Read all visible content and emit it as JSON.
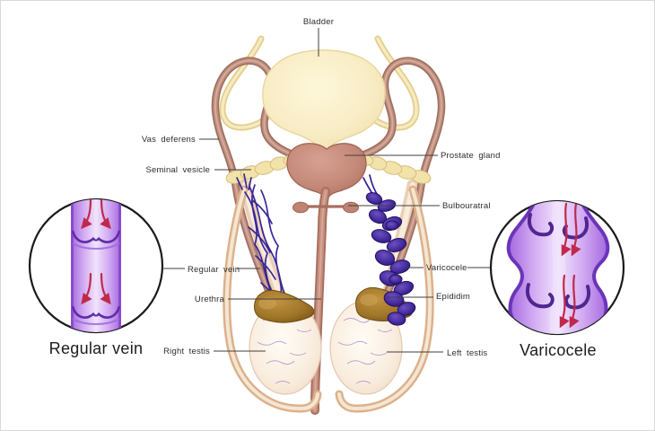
{
  "diagram": {
    "labels": {
      "bladder": "Bladder",
      "vas_deferens": "Vas deferens",
      "seminal_vesicle": "Seminal vesicle",
      "prostate_gland": "Prostate gland",
      "bulbouratral": "Bulbouratral",
      "regular_vein": "Regular vein",
      "urethra": "Urethra",
      "varicocele": "Varicocele",
      "epididim": "Epididim",
      "right_testis": "Right testis",
      "left_testis": "Left testis"
    },
    "insets": {
      "left_caption": "Regular vein",
      "right_caption": "Varicocele"
    },
    "colors": {
      "bladder_fill": "#f7ecc4",
      "duct_rosy": "#bf8f7f",
      "prostate": "#c08574",
      "seminal_vesicle": "#f1e3a9",
      "ureter": "#f0e0a4",
      "vein_dark_indigo": "#2f1d96",
      "varicocele_blob": "#3a2391",
      "vein_tube_light": "#d9b5f5",
      "vein_wall": "#8a4bd0",
      "arrow_red": "#c0294b",
      "epididymis_gold": "#a0762a",
      "scrotum_tan": "#dcb18c",
      "testis_cream": "#f4e0cd",
      "label_text": "#2d2d2d",
      "leader_line": "#3f3f3f",
      "inset_circle_stroke": "#1a1a1a"
    }
  }
}
